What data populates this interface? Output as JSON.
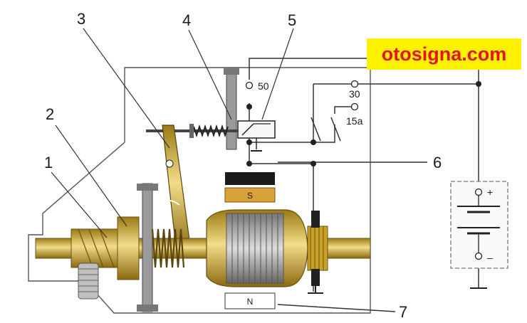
{
  "brand": {
    "text": "otosigna.com"
  },
  "callouts": [
    "1",
    "2",
    "3",
    "4",
    "5",
    "6",
    "7"
  ],
  "terminals": {
    "t50": "50",
    "t30": "30",
    "t15a": "15a"
  },
  "battery": {
    "plus": "+",
    "minus": "–"
  },
  "magnets": {
    "south": "S",
    "north": "N"
  },
  "colors": {
    "brass": "#c9a227",
    "brass_light": "#f3dc8a",
    "brand_bg": "#fff200",
    "brand_text": "#e4141b"
  }
}
